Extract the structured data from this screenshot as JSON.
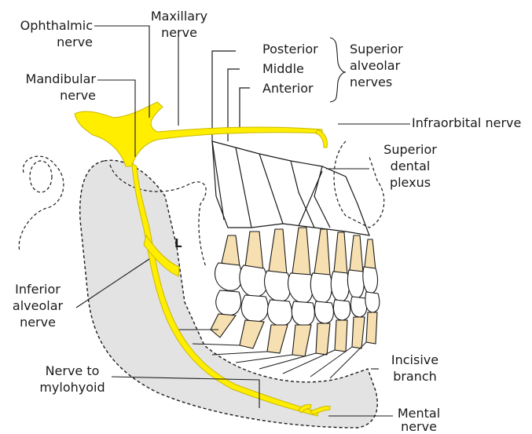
{
  "colors": {
    "nerve": "#ffee00",
    "nerve_stroke": "#c9b800",
    "bone": "#e3e3e3",
    "tooth_crown": "#ffffff",
    "tooth_root": "#f6dfb0",
    "outline": "#1a1a1a"
  },
  "labels": {
    "ophthalmic": [
      "Ophthalmic",
      "nerve"
    ],
    "maxillary": [
      "Maxillary",
      "nerve"
    ],
    "mandibular": [
      "Mandibular",
      "nerve"
    ],
    "posterior": "Posterior",
    "middle": "Middle",
    "anterior": "Anterior",
    "superior_alveolar": [
      "Superior",
      "alveolar",
      "nerves"
    ],
    "infraorbital": "Infraorbital nerve",
    "superior_dental_plexus": [
      "Superior",
      "dental",
      "plexus"
    ],
    "lingual_marker": "L",
    "inferior_alveolar": [
      "Inferior",
      "alveolar",
      "nerve"
    ],
    "nerve_to_mylohyoid": [
      "Nerve to",
      "mylohyoid"
    ],
    "incisive_branch": [
      "Incisive",
      "branch"
    ],
    "mental": [
      "Mental",
      "nerve"
    ]
  }
}
